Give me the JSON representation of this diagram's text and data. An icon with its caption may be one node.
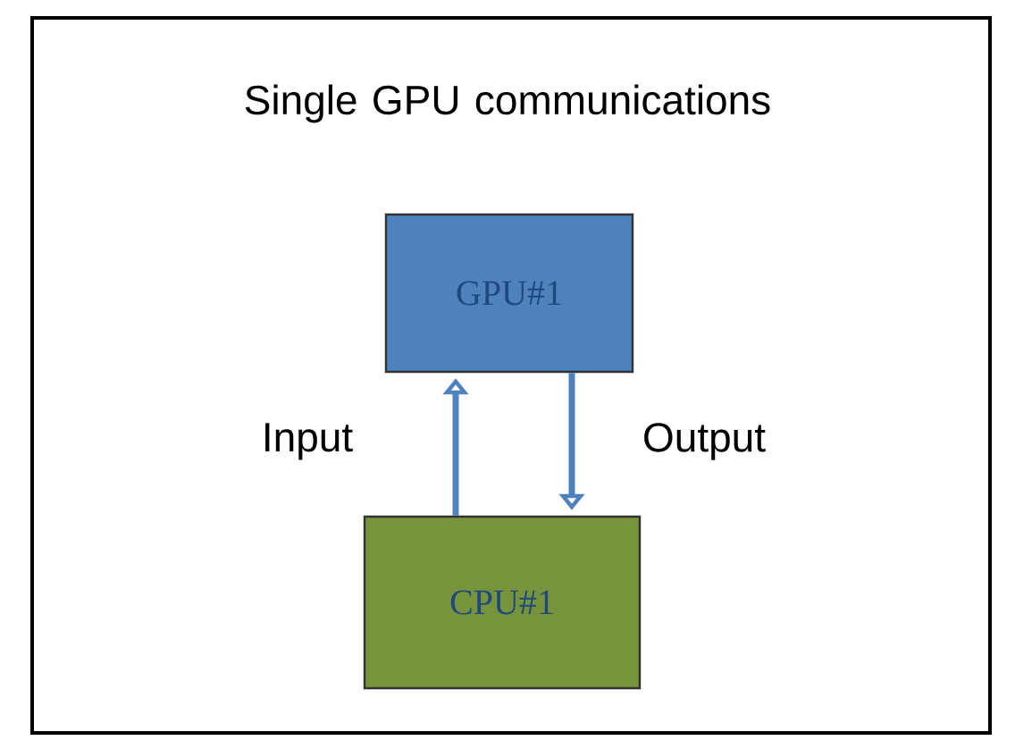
{
  "diagram": {
    "title": "Single GPU communications",
    "nodes": [
      {
        "text": [
          "GPU#1"
        ]
      },
      {
        "text": [
          "CPU#1"
        ]
      }
    ],
    "edges": [
      {
        "from": 1,
        "to": 0,
        "arrow": "to",
        "label": "Input"
      },
      {
        "from": 0,
        "to": 1,
        "arrow": "to",
        "label": "Output"
      }
    ]
  }
}
